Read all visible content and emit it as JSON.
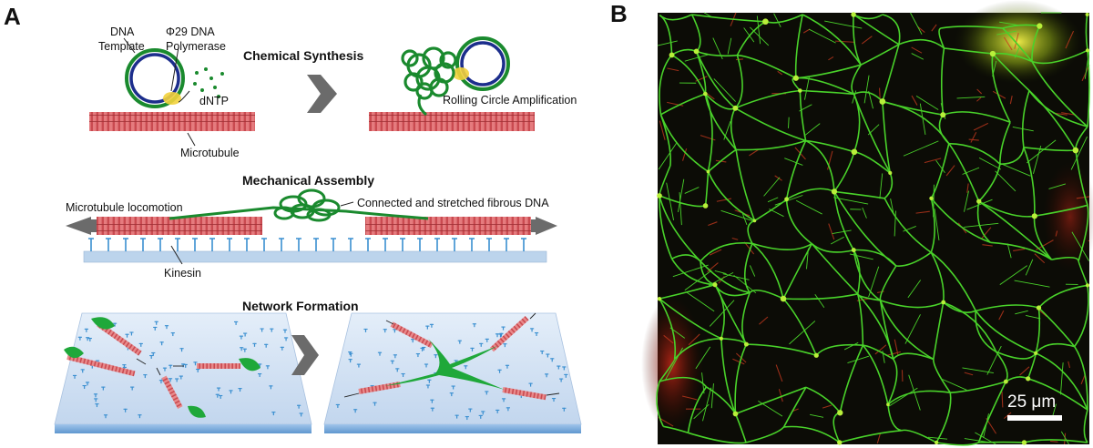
{
  "panel_a": {
    "letter": "A",
    "chemical": {
      "heading": "Chemical Synthesis",
      "dna_template": [
        "DNA",
        "Template"
      ],
      "polymerase": [
        "Φ29 DNA",
        "Polymerase"
      ],
      "dntp": "dNTP",
      "microtubule": "Microtubule",
      "rca": "Rolling Circle Amplification"
    },
    "mechanical": {
      "heading": "Mechanical Assembly",
      "locomotion": "Microtubule locomotion",
      "fibrous": "Connected and stretched fibrous DNA",
      "kinesin": "Kinesin"
    },
    "network": {
      "heading": "Network Formation"
    }
  },
  "panel_b": {
    "letter": "B",
    "scalebar": "25 μm"
  },
  "colors": {
    "dna_green": "#1a8a2e",
    "template_blue": "#1c2e8c",
    "microtubule_red": "#d95f63",
    "kinesin_blue": "#3a8fd0",
    "polymerase_yellow": "#f2d23c",
    "arrow_gray": "#6b6b6b",
    "micro_bg": "#0c0c06"
  }
}
